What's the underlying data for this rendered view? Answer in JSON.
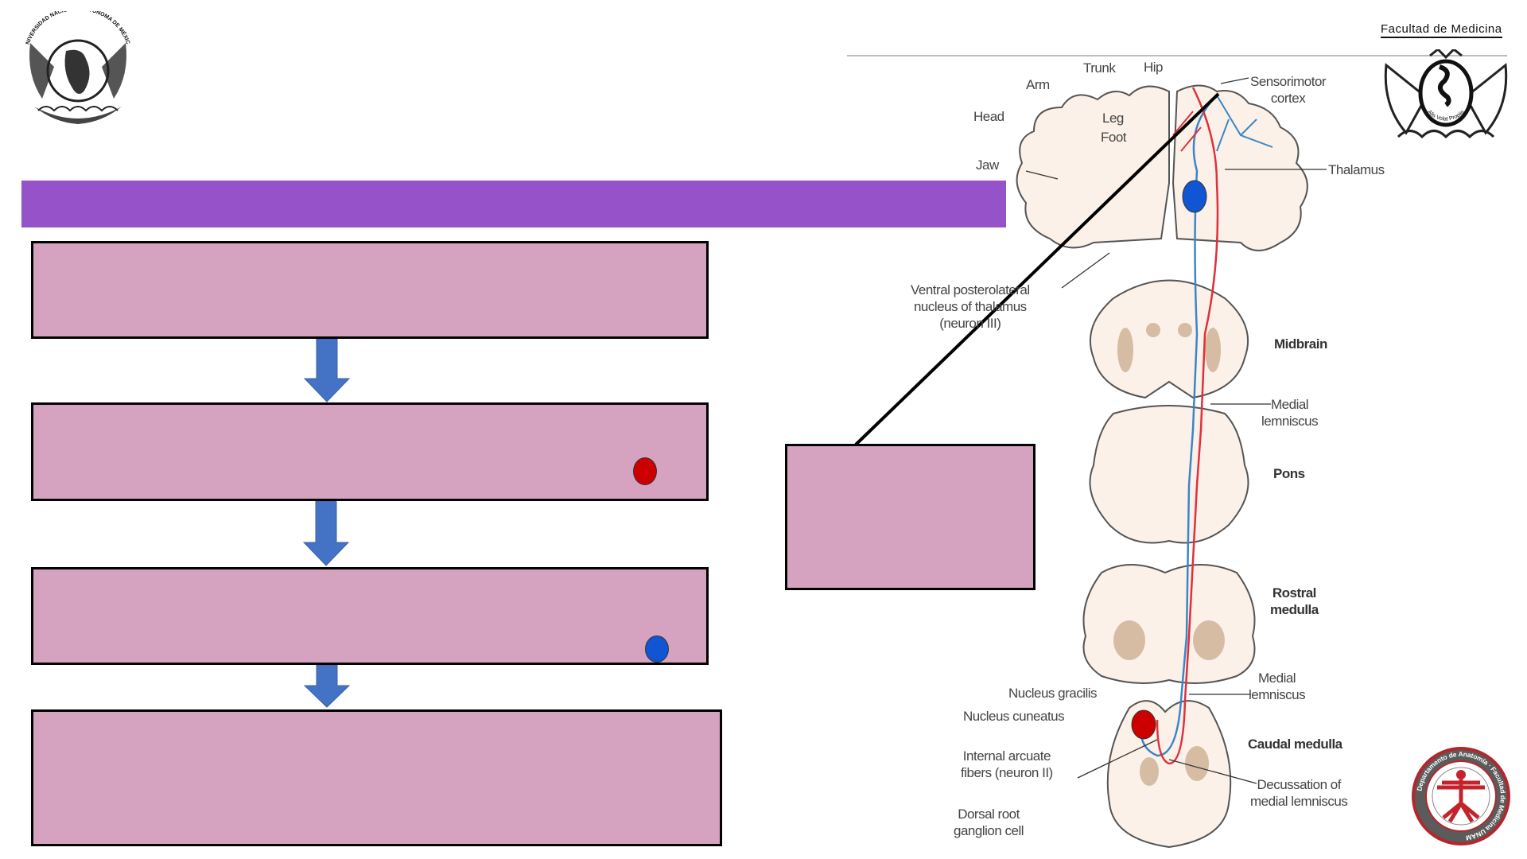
{
  "header": {
    "faculty_text": "Facultad de Medicina",
    "unam_logo_text": "UNIVERSIDAD NACIONAL AUTÓNOMA DE MÉXICO",
    "faculty_logo_text": "Alis Volat Propiis",
    "department_logo_text": "Departamento de Anatomía · Facultad de Medicina UNAM"
  },
  "colors": {
    "title_bar": "#9652c9",
    "box_fill": "#d5a3c0",
    "arrow": "#4472c4",
    "red_marker": "#cc0000",
    "blue_marker": "#0f55d4",
    "pathway_red": "#e0303a",
    "pathway_blue": "#3a86c8"
  },
  "flow_boxes": [
    {
      "text": "",
      "marker": null
    },
    {
      "text": "",
      "marker": "red"
    },
    {
      "text": "",
      "marker": "blue"
    },
    {
      "text": "",
      "marker": null
    }
  ],
  "callout_box": {
    "text": ""
  },
  "diagram": {
    "labels": {
      "trunk": "Trunk",
      "hip": "Hip",
      "arm": "Arm",
      "sensorimotor_1": "Sensorimotor",
      "sensorimotor_2": "cortex",
      "head": "Head",
      "leg": "Leg",
      "foot": "Foot",
      "jaw": "Jaw",
      "thalamus": "Thalamus",
      "vpl_1": "Ventral posterolateral",
      "vpl_2": "nucleus of thalamus",
      "vpl_3": "(neuron III)",
      "midbrain": "Midbrain",
      "medial_lemniscus_1a": "Medial",
      "medial_lemniscus_1b": "lemniscus",
      "pons": "Pons",
      "rostral_medulla_1": "Rostral",
      "rostral_medulla_2": "medulla",
      "medial_lemniscus_2a": "Medial",
      "medial_lemniscus_2b": "lemniscus",
      "nucleus_gracilis": "Nucleus gracilis",
      "nucleus_cuneatus": "Nucleus cuneatus",
      "caudal_medulla": "Caudal medulla",
      "internal_arcuate_1": "Internal arcuate",
      "internal_arcuate_2": "fibers (neuron II)",
      "decussation_1": "Decussation of",
      "decussation_2": "medial lemniscus",
      "drg_1": "Dorsal root",
      "drg_2": "ganglion cell"
    }
  }
}
